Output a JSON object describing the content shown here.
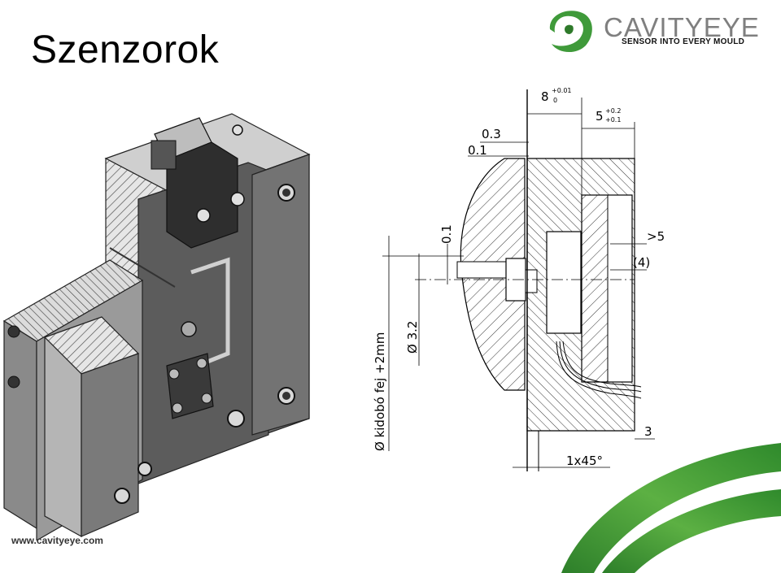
{
  "slide": {
    "title": "Szenzorok",
    "website": "www.cavityeye.com"
  },
  "logo": {
    "word": "CAVITYEYE",
    "tagline": "SENSOR INTO EVERY MOULD",
    "colors": {
      "green": "#3f9a3a",
      "gray": "#7f7f7f"
    }
  },
  "drawing": {
    "dim_8": "8",
    "dim_8_tol_upper": "+0.01",
    "dim_8_tol_lower": "0",
    "dim_5": "5",
    "dim_5_tol_upper": "+0.2",
    "dim_5_tol_lower": "+0.1",
    "dim_03": "0.3",
    "dim_01_top": "0.1",
    "dim_01_side": "0.1",
    "dim_gt5": ">5",
    "dim_4": "(4)",
    "dim_diam32": "Ø 3.2",
    "dim_kidobo": "Ø kidobó fej +2mm",
    "dim_3": "3",
    "dim_chamfer": "1x45°"
  },
  "icons": [
    "cavityeye-logo-icon",
    "mould-assembly-illustration",
    "sensor-section-drawing",
    "green-swoosh-decoration"
  ]
}
